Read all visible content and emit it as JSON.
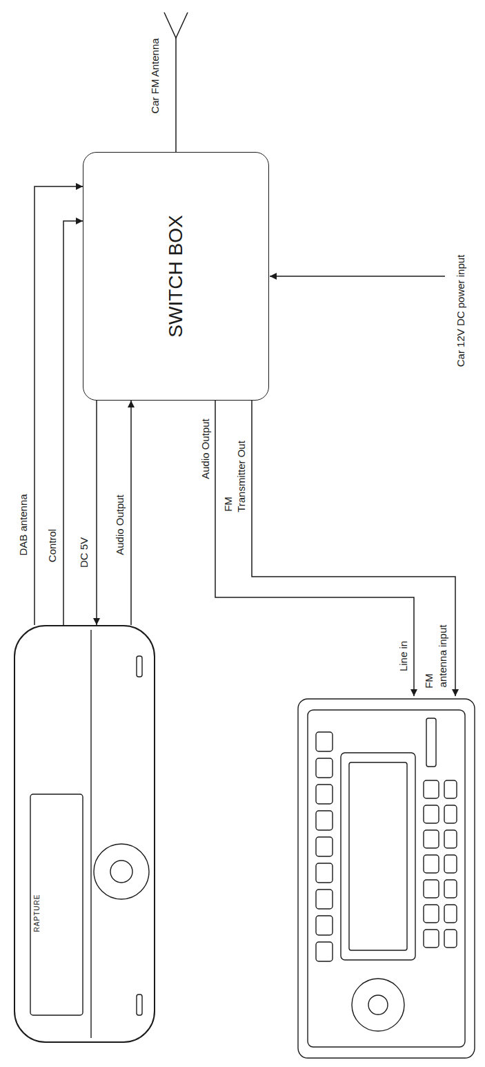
{
  "diagram": {
    "nodes": [
      {
        "text": [
          "RAPTURE"
        ]
      },
      {
        "text": [
          "SWITCH BOX"
        ]
      }
    ],
    "edges": [
      {
        "from": 0,
        "to": 1,
        "label": "DAB antenna",
        "arrow": "to"
      },
      {
        "from": 0,
        "to": 1,
        "label": "Control",
        "arrow": "to"
      },
      {
        "from": 1,
        "to": 0,
        "label": "DC 5V",
        "arrow": "to"
      },
      {
        "from": 0,
        "to": 1,
        "label": "Audio Output",
        "arrow": "to"
      }
    ],
    "labels": [
      "Car FM Antenna",
      "Car 12V DC power input",
      "Audio Output",
      "FM",
      "Transmitter Out",
      "Line in",
      "FM",
      "antenna input"
    ]
  }
}
